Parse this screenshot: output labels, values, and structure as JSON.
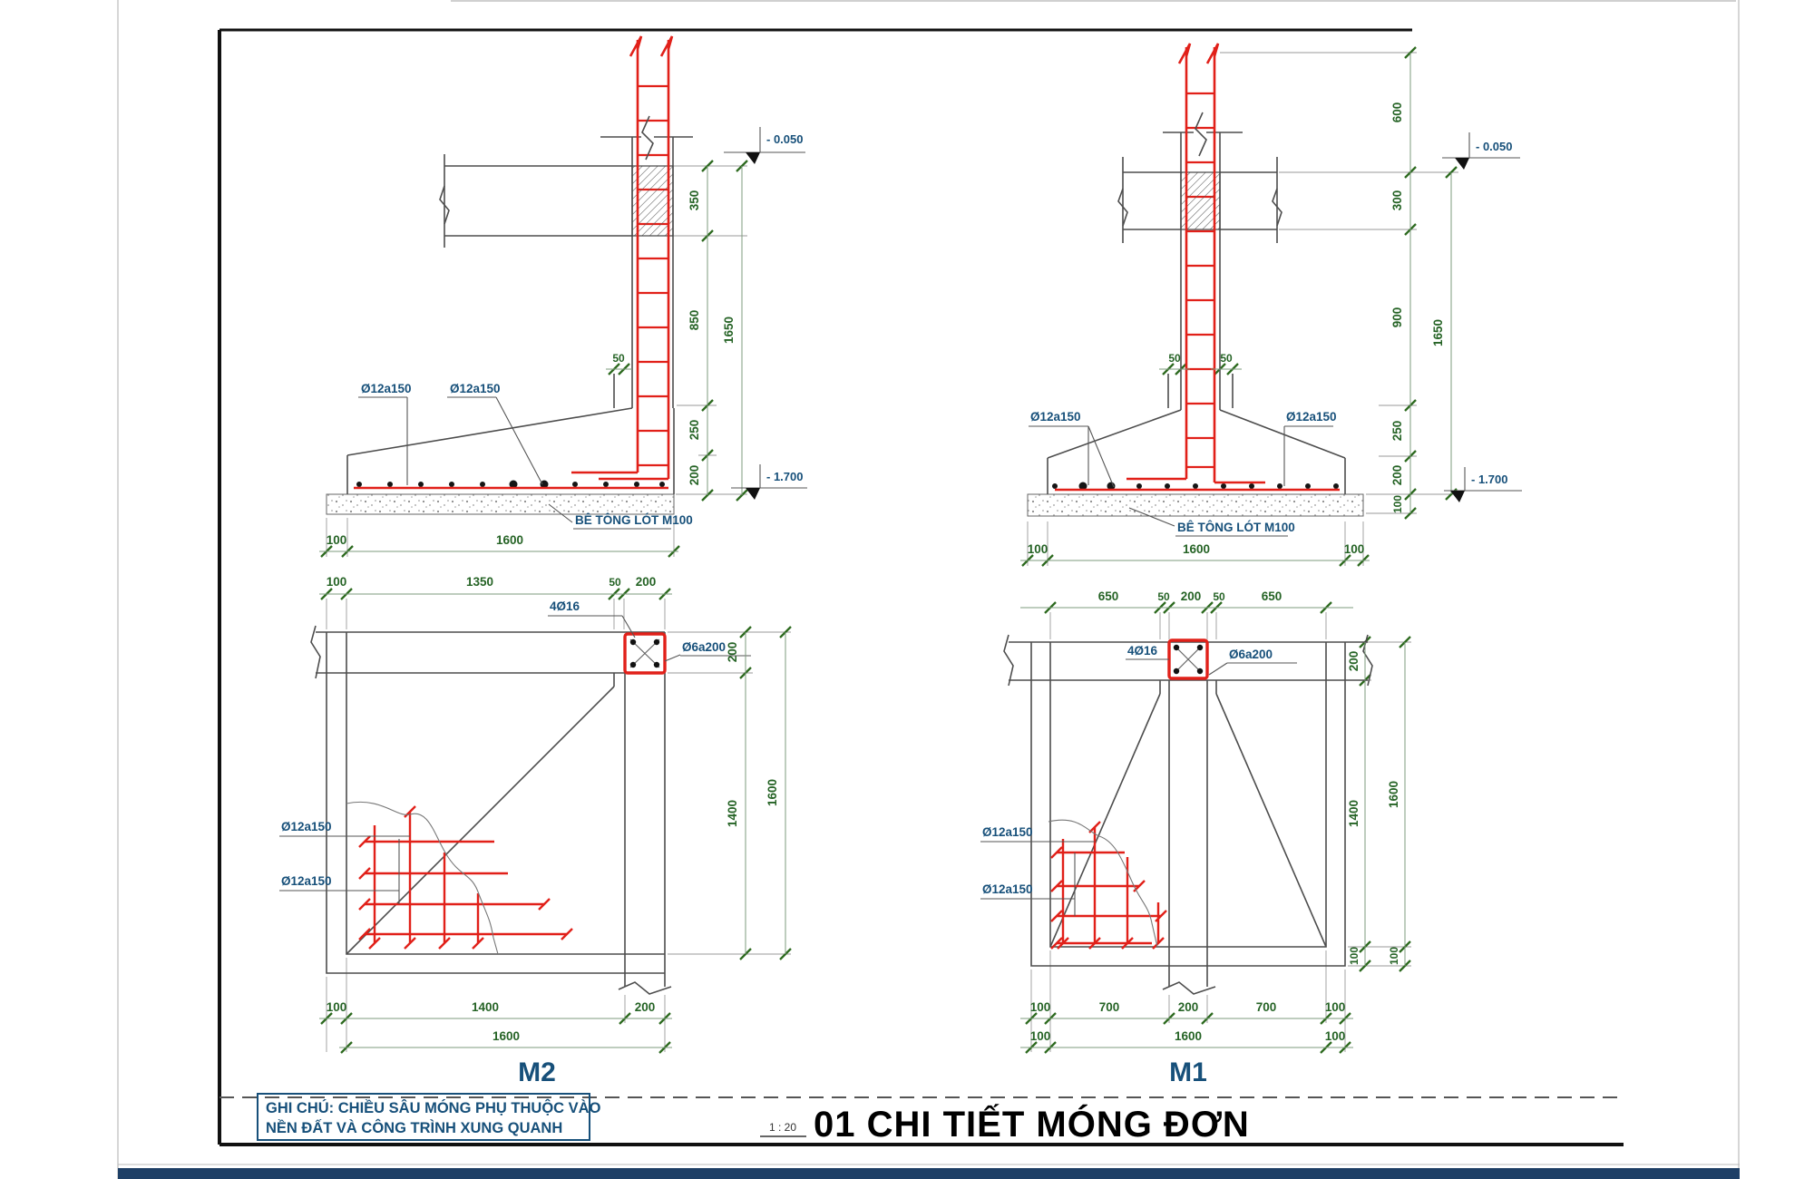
{
  "drawing": {
    "title": "01 CHI TIẾT MÓNG ĐƠN",
    "scale": "1 : 20",
    "note": {
      "line1": "GHI CHÚ: CHIỀU SÂU MÓNG PHỤ THUỘC VÀO",
      "line2": "NỀN ĐẤT VÀ CÔNG TRÌNH XUNG QUANH"
    },
    "m2_section": {
      "dim_350": "350",
      "dim_850": "850",
      "dim_250": "250",
      "dim_200": "200",
      "dim_total": "1650",
      "dim_gap": "50",
      "level_top": "- 0.050",
      "level_bottom": "- 1.700",
      "rebar_left": "Ø12a150",
      "rebar_right": "Ø12a150",
      "lean_label": "BÊ TÔNG LÓT M100",
      "bottom_100": "100",
      "bottom_1600": "1600"
    },
    "m2_plan": {
      "top_100": "100",
      "top_1350": "1350",
      "top_50": "50",
      "top_200": "200",
      "column_bars": "4Ø16",
      "stirrups": "Ø6a200",
      "right_200": "200",
      "right_1400": "1400",
      "right_1600": "1600",
      "mesh_1": "Ø12a150",
      "mesh_2": "Ø12a150",
      "bottom_100": "100",
      "bottom_1400": "1400",
      "bottom_200": "200",
      "bottom_1600": "1600",
      "name": "M2"
    },
    "m1_section": {
      "dim_600": "600",
      "dim_300": "300",
      "dim_900": "900",
      "dim_250": "250",
      "dim_200": "200",
      "dim_100": "100",
      "dim_total": "1650",
      "level_top": "- 0.050",
      "level_bottom": "- 1.700",
      "gap_left": "50",
      "gap_right": "50",
      "rebar_left": "Ø12a150",
      "rebar_right": "Ø12a150",
      "lean_label": "BÊ TÔNG LÓT M100",
      "bottom_100L": "100",
      "bottom_1600": "1600",
      "bottom_100R": "100"
    },
    "m1_plan": {
      "top_650L": "650",
      "top_50L": "50",
      "top_200": "200",
      "top_50R": "50",
      "top_650R": "650",
      "column_bars": "4Ø16",
      "stirrups": "Ø6a200",
      "right_200": "200",
      "right_1400": "1400",
      "right_100a": "100",
      "right_1600": "1600",
      "right_100b": "100",
      "mesh_1": "Ø12a150",
      "mesh_2": "Ø12a150",
      "bottom_100L": "100",
      "bottom_700L": "700",
      "bottom_200": "200",
      "bottom_700R": "700",
      "bottom_100R": "100",
      "total_100L": "100",
      "total_1600": "1600",
      "total_100R": "100",
      "name": "M1"
    }
  },
  "colors": {
    "dimension": "#2d6a1f",
    "label": "#17507a",
    "rebar": "#e12019",
    "outline": "#4d4d4d",
    "title": "#000000",
    "footer_bar": "#1e3f66"
  }
}
